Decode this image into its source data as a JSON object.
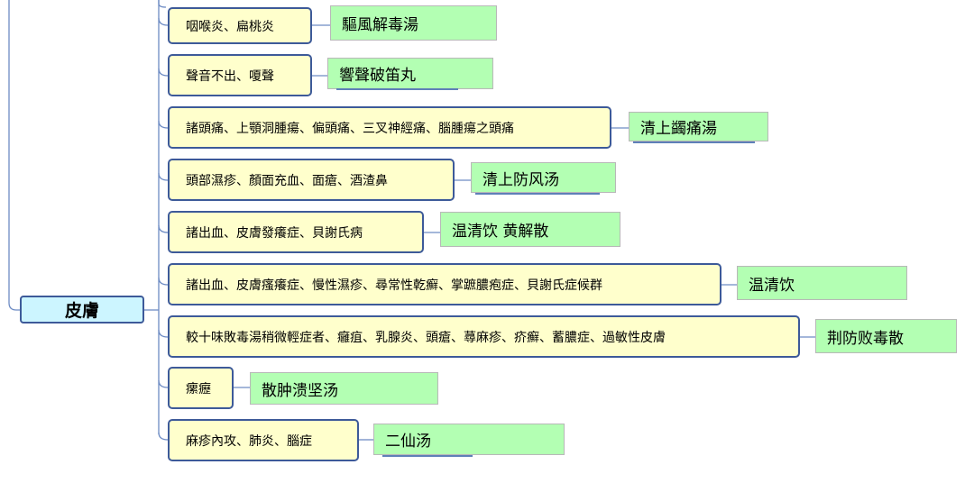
{
  "root": {
    "label": "皮膚"
  },
  "branches": [
    {
      "condition": "咽喉炎、扁桃炎",
      "remedy": "驅風解毒湯"
    },
    {
      "condition": "聲音不出、嗄聲",
      "remedy": "響聲破笛丸"
    },
    {
      "condition": "諸頭痛、上顎洞腫瘍、偏頭痛、三叉神經痛、腦腫瘍之頭痛",
      "remedy": "清上蠲痛湯"
    },
    {
      "condition": "頭部濕疹、顏面充血、面瘡、酒渣鼻",
      "remedy": "清上防风汤"
    },
    {
      "condition": "諸出血、皮膚發癢症、貝謝氏病",
      "remedy": "温清饮 黄解散"
    },
    {
      "condition": "諸出血、皮膚瘙癢症、慢性濕疹、尋常性乾癬、掌蹠膿疱症、貝謝氏症候群",
      "remedy": "温清饮"
    },
    {
      "condition": "較十味敗毒湯稍微輕症者、癰疽、乳腺炎、頭瘡、蕁麻疹、疥癬、蓄膿症、過敏性皮膚",
      "remedy": "荆防败毒散"
    },
    {
      "condition": "瘰癧",
      "remedy": "散肿溃坚汤"
    },
    {
      "condition": "麻疹內攻、肺炎、腦症",
      "remedy": "二仙汤"
    }
  ]
}
